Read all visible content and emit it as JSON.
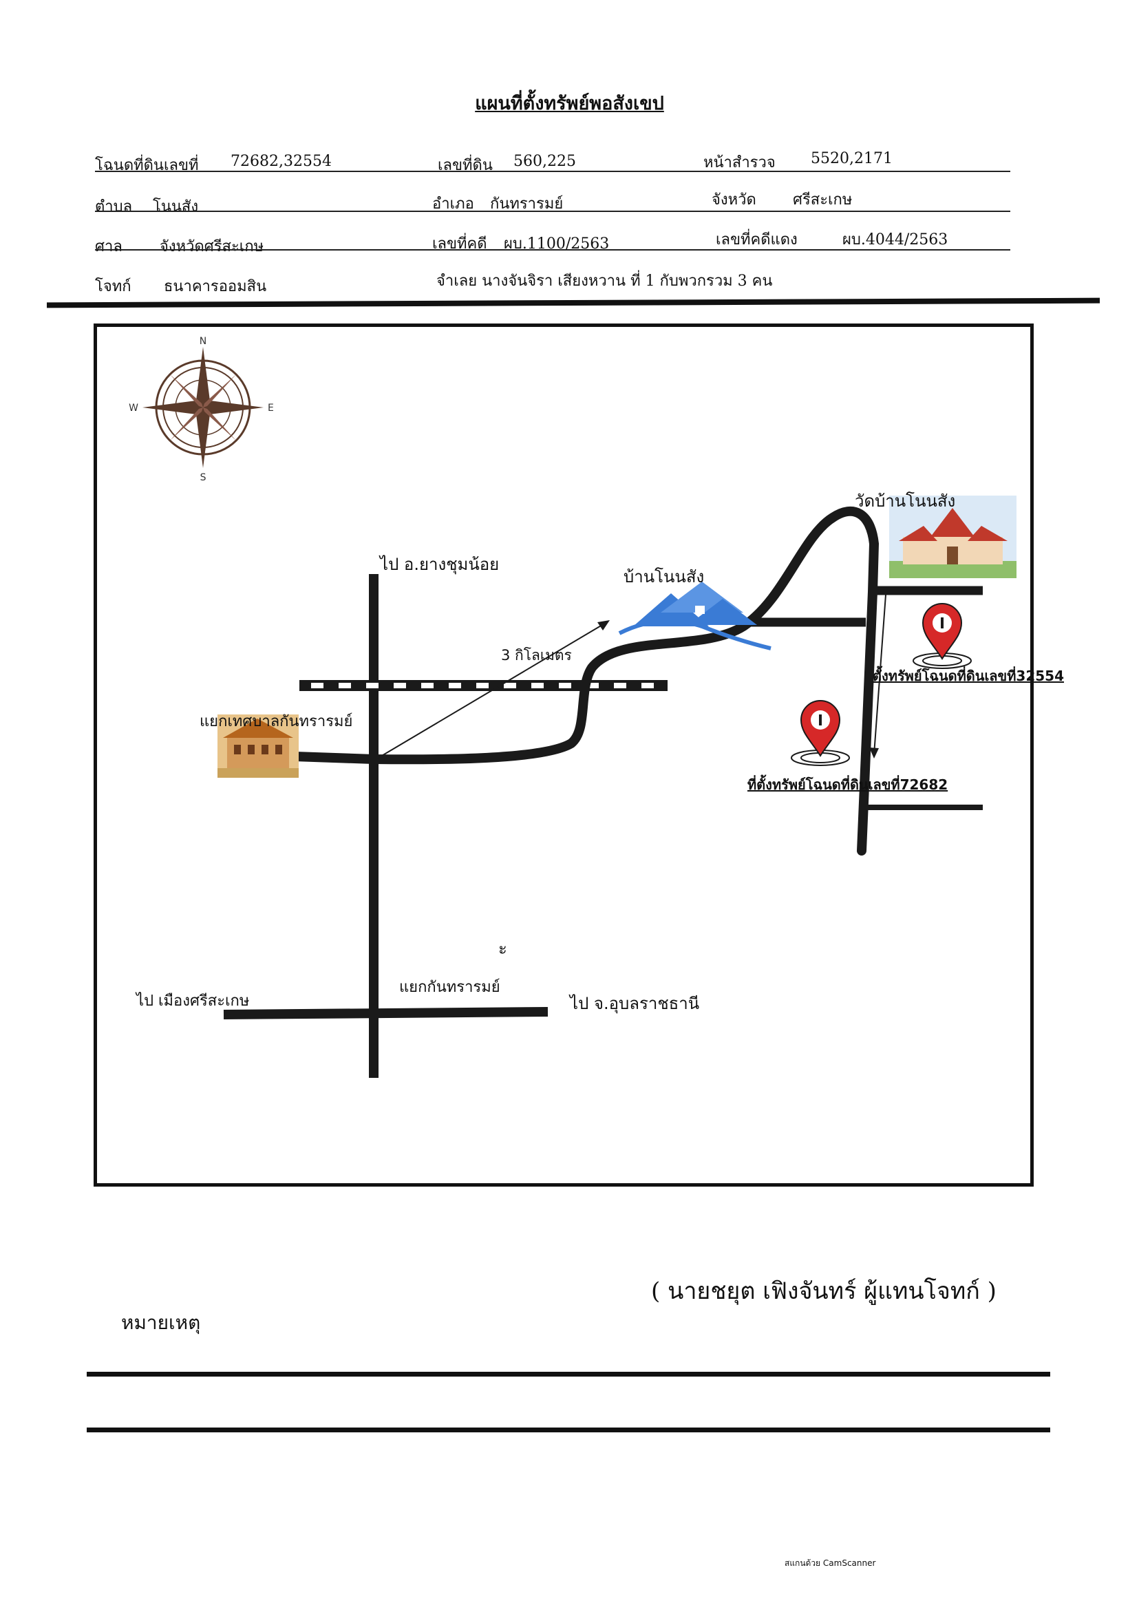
{
  "title": "แผนที่ตั้งทรัพย์พอสังเขป",
  "header": {
    "deed_label": "โฉนดที่ดินเลขที่",
    "deed_value": "72682,32554",
    "land_no_label": "เลขที่ดิน",
    "land_no_value": "560,225",
    "survey_label": "หน้าสำรวจ",
    "survey_value": "5520,2171",
    "subdistrict_label": "ตำบล",
    "subdistrict_value": "โนนสัง",
    "district_label": "อำเภอ",
    "district_value": "กันทรารมย์",
    "province_label": "จังหวัด",
    "province_value": "ศรีสะเกษ",
    "court_label": "ศาล",
    "court_value": "จังหวัดศรีสะเกษ",
    "case_no_label": "เลขที่คดี",
    "case_no_value": "ผบ.1100/2563",
    "red_case_label": "เลขที่คดีแดง",
    "red_case_value": "ผบ.4044/2563",
    "plaintiff_label": "โจทก์",
    "plaintiff_value": "ธนาคารออมสิน",
    "defendant_text": "จำเลย นางจันจิรา เสียงหวาน ที่ 1 กับพวกรวม 3 คน"
  },
  "map": {
    "compass": {
      "n": "N",
      "s": "S",
      "e": "E",
      "w": "W"
    },
    "labels": {
      "to_yangchumnoi": "ไป อ.ยางชุมน้อย",
      "ban_nonsang": "บ้านโนนสัง",
      "wat_ban_nonsang": "วัดบ้านโนนสัง",
      "distance": "3 กิโลเมตร",
      "kanthararom_junction_top": "แยกเทศบาลกันทรารมย์",
      "deed_32554": "ตั้งทรัพย์โฉนดที่ดินเลขที่32554",
      "deed_72682": "ที่ตั้งทรัพย์โฉนดที่ดินเลขที่72682",
      "to_sisaket": "ไป เมืองศรีสะเกษ",
      "kanthararom_junction": "แยกกันทรารมย์",
      "to_ubon": "ไป จ.อุบลราชธานี",
      "small_mark": "ะ"
    },
    "colors": {
      "road": "#1a1a1a",
      "pin": "#d62828",
      "house": "#3a7bd5",
      "temple_roof": "#c0392b",
      "temple_wall": "#f2d7b6"
    }
  },
  "signature": "( นายชยุต เฟิงจันทร์ ผู้แทนโจทก์ )",
  "remark_label": "หมายเหตุ",
  "scanner": "สแกนด้วย CamScanner"
}
